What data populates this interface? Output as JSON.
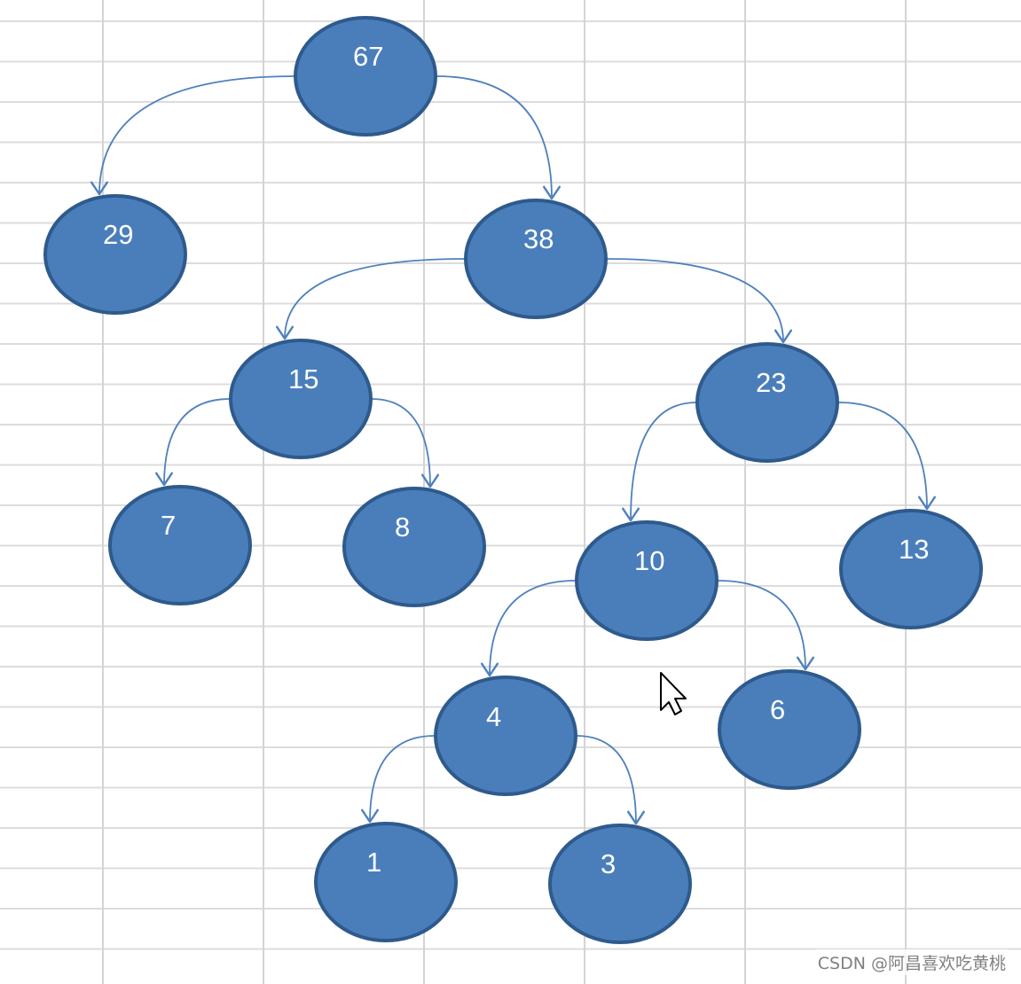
{
  "diagram": {
    "type": "binary-tree",
    "node_fill": "#4a7ebb",
    "node_stroke": "#2e5a8c",
    "edge_color": "#4f81bd",
    "nodes": [
      {
        "id": "n67",
        "label": "67"
      },
      {
        "id": "n29",
        "label": "29"
      },
      {
        "id": "n38",
        "label": "38"
      },
      {
        "id": "n15",
        "label": "15"
      },
      {
        "id": "n23",
        "label": "23"
      },
      {
        "id": "n7",
        "label": "7"
      },
      {
        "id": "n8",
        "label": "8"
      },
      {
        "id": "n10",
        "label": "10"
      },
      {
        "id": "n13",
        "label": "13"
      },
      {
        "id": "n4",
        "label": "4"
      },
      {
        "id": "n6",
        "label": "6"
      },
      {
        "id": "n1",
        "label": "1"
      },
      {
        "id": "n3",
        "label": "3"
      }
    ],
    "edges": [
      {
        "from": "n67",
        "to": "n29"
      },
      {
        "from": "n67",
        "to": "n38"
      },
      {
        "from": "n38",
        "to": "n15"
      },
      {
        "from": "n38",
        "to": "n23"
      },
      {
        "from": "n15",
        "to": "n7"
      },
      {
        "from": "n15",
        "to": "n8"
      },
      {
        "from": "n23",
        "to": "n10"
      },
      {
        "from": "n23",
        "to": "n13"
      },
      {
        "from": "n10",
        "to": "n4"
      },
      {
        "from": "n10",
        "to": "n6"
      },
      {
        "from": "n4",
        "to": "n1"
      },
      {
        "from": "n4",
        "to": "n3"
      }
    ]
  },
  "watermark": {
    "text": "CSDN @阿昌喜欢吃黄桃"
  }
}
